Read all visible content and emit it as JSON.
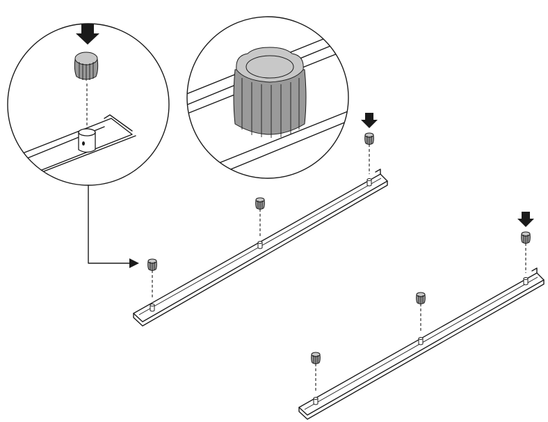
{
  "figure": {
    "kind": "assembly-instruction",
    "colors": {
      "line": "#1a1a1a",
      "knob_dark": "#9a9a9a",
      "knob_light": "#c8c8c8",
      "background": "#ffffff"
    },
    "icons": [
      "down-arrow-icon",
      "knob-icon",
      "pin-icon",
      "pointer-arrow-icon"
    ],
    "rails": [
      {
        "name": "upper-rail",
        "knob_count": 3
      },
      {
        "name": "lower-rail",
        "knob_count": 3
      }
    ],
    "detail_views": [
      {
        "name": "detail-circle-pin-insert"
      },
      {
        "name": "detail-circle-knob-closeup"
      }
    ]
  }
}
